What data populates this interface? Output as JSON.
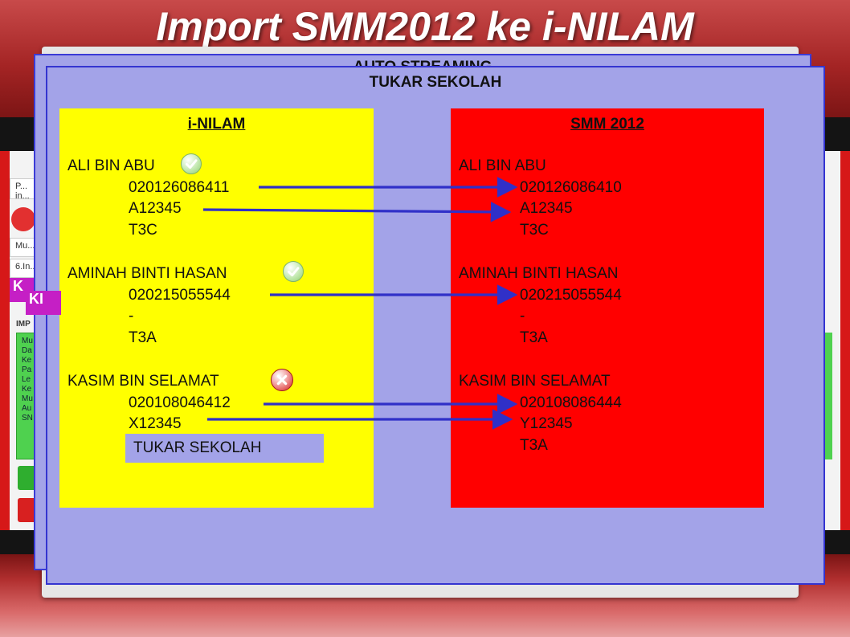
{
  "slide_title": "Import SMM2012 ke i-NILAM",
  "background_window": {
    "title": "AUTO STREAMING"
  },
  "peek": {
    "row1_text": "P... in...",
    "row2_text": "Mu...",
    "row3_text": "6.In...",
    "badge1": "K",
    "badge2": "KI",
    "section_label": "IMP",
    "green_lines": [
      "Mu",
      "Da",
      "Ke",
      "Pa",
      "Le",
      "Ke",
      "Mu",
      "Au",
      "SN"
    ]
  },
  "dialog": {
    "title": "TUKAR SEKOLAH",
    "left_panel": {
      "heading": "i-NILAM",
      "records": [
        {
          "name": "ALI BIN ABU",
          "ic": "020126086411",
          "id": "A12345",
          "class": "T3C",
          "status": "check-icon"
        },
        {
          "name": "AMINAH BINTI HASAN",
          "ic": "020215055544",
          "id": "-",
          "class": "T3A",
          "status": "check-icon"
        },
        {
          "name": "KASIM BIN SELAMAT",
          "ic": "020108046412",
          "id": "X12345",
          "status": "cross-icon"
        }
      ],
      "action_label": "TUKAR SEKOLAH"
    },
    "right_panel": {
      "heading": "SMM 2012",
      "records": [
        {
          "name": "ALI BIN ABU",
          "ic": "020126086410",
          "id": "A12345",
          "class": "T3C"
        },
        {
          "name": "AMINAH BINTI HASAN",
          "ic": "020215055544",
          "id": "-",
          "class": "T3A"
        },
        {
          "name": "KASIM BIN SELAMAT",
          "ic": "020108086444",
          "id": "Y12345",
          "class": "T3A"
        }
      ]
    }
  },
  "colors": {
    "left_panel": "#ffff00",
    "right_panel": "#ff0000",
    "dialog_bg": "#a3a3e8",
    "arrow": "#3030c8"
  }
}
